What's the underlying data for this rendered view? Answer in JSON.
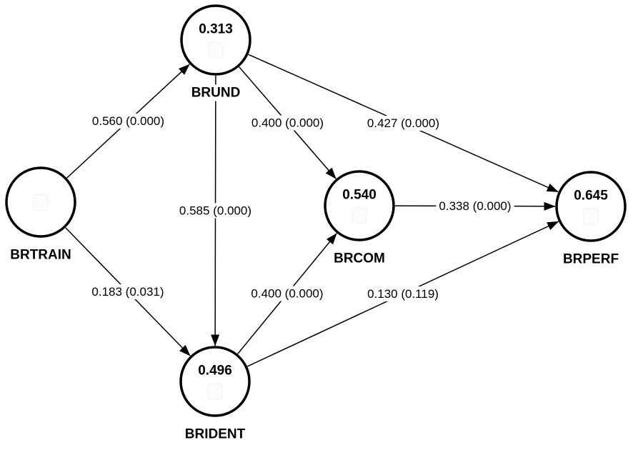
{
  "diagram": {
    "type": "pls-sem-path-model",
    "colors": {
      "background": "#ffffff",
      "line": "#000000",
      "node_fill": "#ffffff",
      "node_stroke": "#000000",
      "text": "#000000"
    },
    "nodes": [
      {
        "id": "BRTRAIN",
        "label": "BRTRAIN",
        "value": ""
      },
      {
        "id": "BRUND",
        "label": "BRUND",
        "value": "0.313"
      },
      {
        "id": "BRIDENT",
        "label": "BRIDENT",
        "value": "0.496"
      },
      {
        "id": "BRCOM",
        "label": "BRCOM",
        "value": "0.540"
      },
      {
        "id": "BRPERF",
        "label": "BRPERF",
        "value": "0.645"
      }
    ],
    "edges": [
      {
        "from": "BRTRAIN",
        "to": "BRUND",
        "label": "0.560 (0.000)"
      },
      {
        "from": "BRTRAIN",
        "to": "BRIDENT",
        "label": "0.183 (0.031)"
      },
      {
        "from": "BRUND",
        "to": "BRCOM",
        "label": "0.400 (0.000)"
      },
      {
        "from": "BRUND",
        "to": "BRPERF",
        "label": "0.427 (0.000)"
      },
      {
        "from": "BRUND",
        "to": "BRIDENT",
        "label": "0.585 (0.000)"
      },
      {
        "from": "BRIDENT",
        "to": "BRCOM",
        "label": "0.400 (0.000)"
      },
      {
        "from": "BRIDENT",
        "to": "BRPERF",
        "label": "0.130 (0.119)"
      },
      {
        "from": "BRCOM",
        "to": "BRPERF",
        "label": "0.338 (0.000)"
      }
    ]
  }
}
